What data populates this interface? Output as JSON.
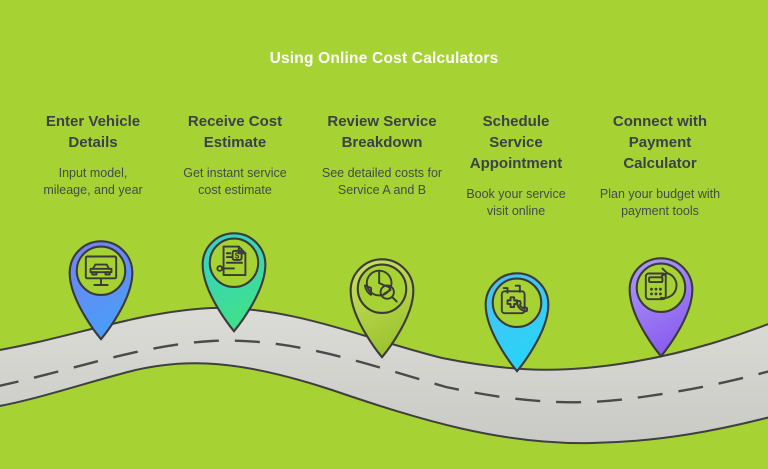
{
  "title": "Using Online Cost Calculators",
  "colors": {
    "background": "#a6d233",
    "title_text": "#ffffff",
    "heading_text": "#3a4247",
    "body_text": "#424b50",
    "line_color": "#3a3a3a",
    "road_fill_top": "#dbdcd7",
    "road_fill_bottom": "#c9cac5",
    "road_outline": "#3f3f3f",
    "dash_line": "#4a4a4a"
  },
  "steps": [
    {
      "heading": "Enter Vehicle Details",
      "description": "Input model, mileage, and year",
      "icon": "car-on-monitor-icon",
      "pin_gradient": [
        "#7781f2",
        "#4a9df6"
      ]
    },
    {
      "heading": "Receive Cost Estimate",
      "description": "Get instant service cost estimate",
      "icon": "cost-document-icon",
      "pin_gradient": [
        "#38cfc9",
        "#3fe08c"
      ]
    },
    {
      "heading": "Review Service Breakdown",
      "description": "See detailed costs for Service A and B",
      "icon": "pie-chart-magnifier-icon",
      "pin_gradient": [
        "#cde063",
        "#9cc42f"
      ]
    },
    {
      "heading": "Schedule Service Appointment",
      "description": "Book your service visit online",
      "icon": "calendar-phone-icon",
      "pin_gradient": [
        "#4ec0f0",
        "#2ad3f7"
      ]
    },
    {
      "heading": "Connect with Payment Calculator",
      "description": "Plan your budget with payment tools",
      "icon": "calculator-refresh-icon",
      "pin_gradient": [
        "#ae9df6",
        "#8a5ef0"
      ]
    }
  ]
}
